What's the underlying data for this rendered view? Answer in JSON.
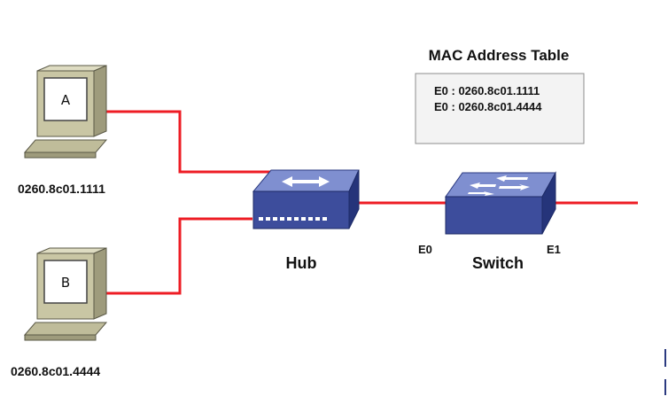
{
  "mac_table": {
    "title": "MAC Address Table",
    "entries": [
      "E0 : 0260.8c01.1111",
      "E0 : 0260.8c01.4444"
    ]
  },
  "pc_a": {
    "letter": "A",
    "mac": "0260.8c01.1111"
  },
  "pc_b": {
    "letter": "B",
    "mac": "0260.8c01.4444"
  },
  "hub": {
    "label": "Hub"
  },
  "switch": {
    "label": "Switch",
    "port_left": "E0",
    "port_right": "E1"
  },
  "colors": {
    "cable": "#ee1c24",
    "device_top": "#7f8fd0",
    "device_front": "#3d4d9c",
    "device_side": "#25347a",
    "pc_body": "#c9c6a4",
    "table_bg": "#f3f3f3"
  }
}
